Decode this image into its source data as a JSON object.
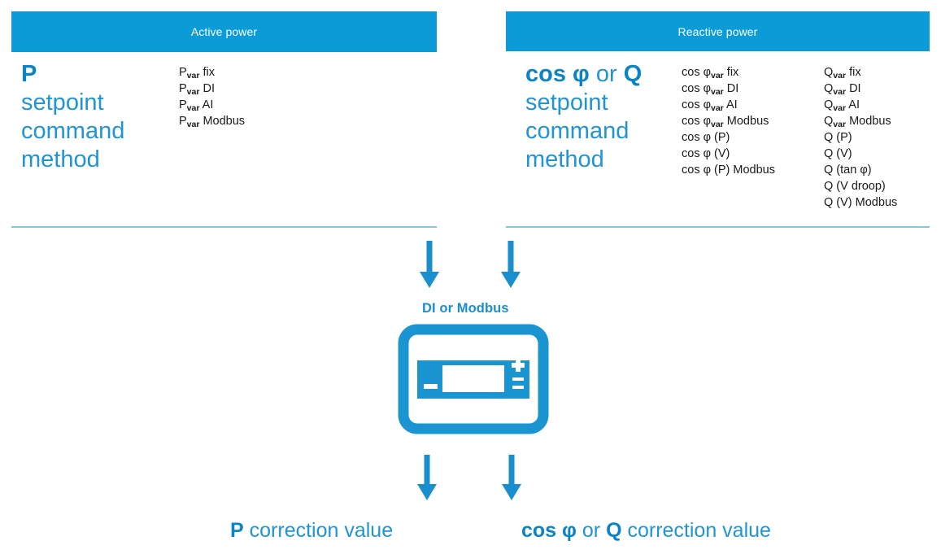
{
  "columns": {
    "active": {
      "header": "Active power",
      "heading": {
        "symbol": "P",
        "line2": "setpoint",
        "line3": "command",
        "line4": "method"
      },
      "methods": [
        {
          "base": "P",
          "sub": "var",
          "rest": "fix"
        },
        {
          "base": "P",
          "sub": "var",
          "rest": "DI"
        },
        {
          "base": "P",
          "sub": "var",
          "rest": "AI"
        },
        {
          "base": "P",
          "sub": "var",
          "rest": "Modbus"
        }
      ]
    },
    "reactive": {
      "header": "Reactive power",
      "heading": {
        "symbol_a": "cos φ",
        "conjunction": "or",
        "symbol_b": "Q",
        "line2": "setpoint",
        "line3": "command",
        "line4": "method"
      },
      "methods_cosphi": [
        {
          "base": "cos φ",
          "sub": "var",
          "rest": "fix"
        },
        {
          "base": "cos φ",
          "sub": "var",
          "rest": "DI"
        },
        {
          "base": "cos φ",
          "sub": "var",
          "rest": "AI"
        },
        {
          "base": "cos φ",
          "sub": "var",
          "rest": "Modbus"
        },
        {
          "base": "cos φ",
          "sub": "",
          "rest": "(P)"
        },
        {
          "base": "cos φ",
          "sub": "",
          "rest": "(V)"
        },
        {
          "base": "cos φ",
          "sub": "",
          "rest": "(P) Modbus"
        }
      ],
      "methods_q": [
        {
          "base": "Q",
          "sub": "var",
          "rest": "fix"
        },
        {
          "base": "Q",
          "sub": "var",
          "rest": "DI"
        },
        {
          "base": "Q",
          "sub": "var",
          "rest": "AI"
        },
        {
          "base": "Q",
          "sub": "var",
          "rest": "Modbus"
        },
        {
          "base": "Q",
          "sub": "",
          "rest": "(P)"
        },
        {
          "base": "Q",
          "sub": "",
          "rest": "(V)"
        },
        {
          "base": "Q",
          "sub": "",
          "rest": "(tan φ)"
        },
        {
          "base": "Q",
          "sub": "",
          "rest": "(V droop)"
        },
        {
          "base": "Q",
          "sub": "",
          "rest": "(V) Modbus"
        }
      ]
    }
  },
  "device": {
    "input_label": "DI or Modbus",
    "icon_name": "controller-device-icon"
  },
  "outputs": {
    "active": {
      "symbol": "P",
      "text": "correction value"
    },
    "reactive": {
      "symbol_a": "cos φ",
      "conjunction": "or",
      "symbol_b": "Q",
      "text": "correction value"
    }
  },
  "colors": {
    "brand_blue": "#0b9cd7",
    "text_blue": "#2095d3",
    "bold_blue": "#0b84c6",
    "divider": "#7fc9e4",
    "arrow": "#1a8fce",
    "body_text": "#1a1a1a"
  }
}
